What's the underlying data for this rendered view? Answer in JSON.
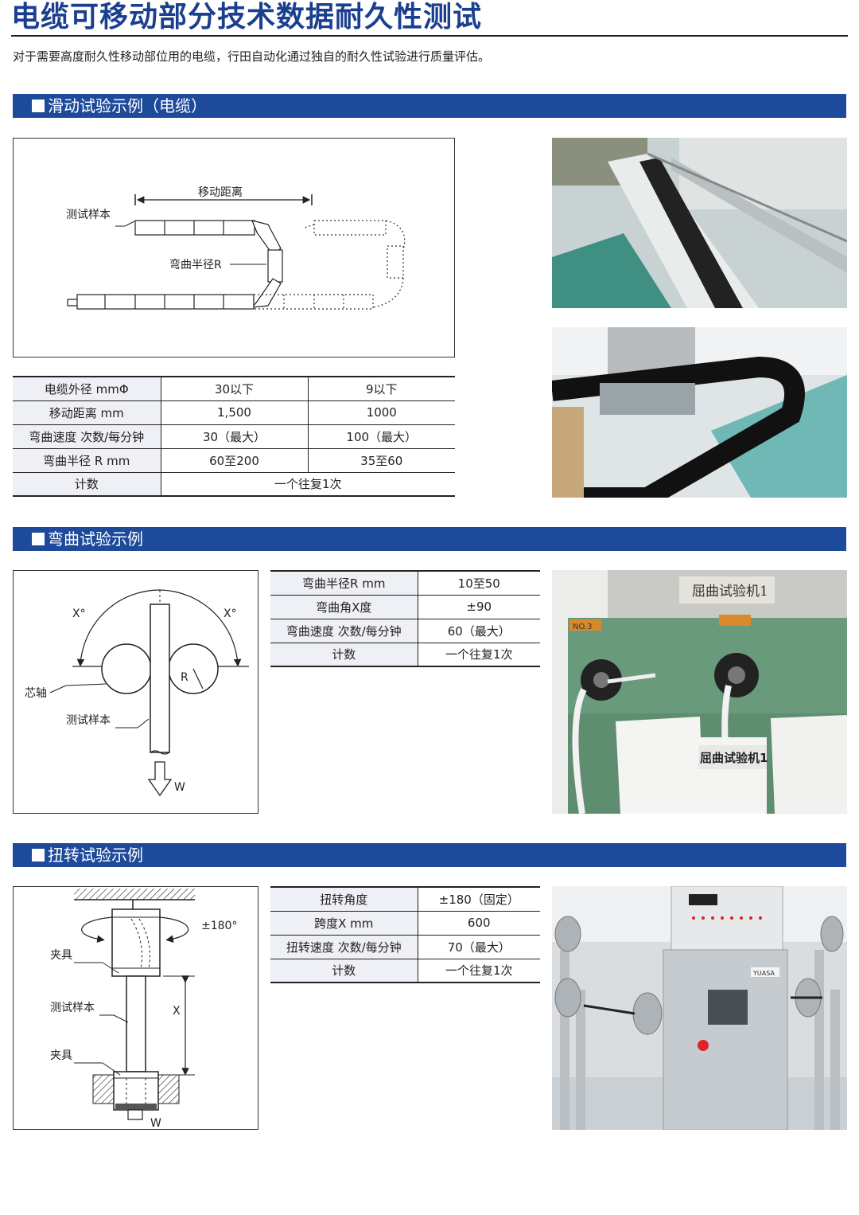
{
  "header": {
    "title": "电缆可移动部分技术数据耐久性测试",
    "intro": "对于需要高度耐久性移动部位用的电缆，行田自动化通过独自的耐久性试验进行质量评估。"
  },
  "sections": {
    "sliding": {
      "title": "滑动试验示例（电缆）",
      "diagram": {
        "distance_label": "移动距离",
        "sample_label": "测试样本",
        "radius_label": "弯曲半径R"
      },
      "table": [
        [
          "电缆外径 mmΦ",
          "30以下",
          "9以下"
        ],
        [
          "移动距离 mm",
          "1,500",
          "1000"
        ],
        [
          "弯曲速度 次数/每分钟",
          "30（最大）",
          "100（最大）"
        ],
        [
          "弯曲半径 R mm",
          "60至200",
          "35至60"
        ]
      ],
      "count_row": [
        "计数",
        "一个往复1次"
      ]
    },
    "bending": {
      "title": "弯曲试验示例",
      "diagram": {
        "angle_left": "X°",
        "angle_right": "X°",
        "mandrel_label": "芯轴",
        "sample_label": "测试样本",
        "radius_label": "R",
        "weight_label": "W"
      },
      "table": [
        [
          "弯曲半径R mm",
          "10至50"
        ],
        [
          "弯曲角X度",
          "±90"
        ],
        [
          "弯曲速度 次数/每分钟",
          "60（最大）"
        ],
        [
          "计数",
          "一个往复1次"
        ]
      ],
      "photo": {
        "sign_top": "屈曲试验机1",
        "sign_bottom": "屈曲试验机1",
        "tag_left": "NO.3"
      }
    },
    "torsion": {
      "title": "扭转试验示例",
      "diagram": {
        "angle_label": "±180°",
        "clamp_top_label": "夹具",
        "sample_label": "测试样本",
        "clamp_bottom_label": "夹具",
        "span_label": "X",
        "weight_label": "W"
      },
      "table": [
        [
          "扭转角度",
          "±180（固定）"
        ],
        [
          "跨度X mm",
          "600"
        ],
        [
          "扭转速度 次数/每分钟",
          "70（最大）"
        ],
        [
          "计数",
          "一个往复1次"
        ]
      ],
      "photo": {
        "brand": "YUASA"
      }
    }
  },
  "colors": {
    "brand_blue": "#1e4a9c",
    "title_blue": "#1b3f8f"
  }
}
